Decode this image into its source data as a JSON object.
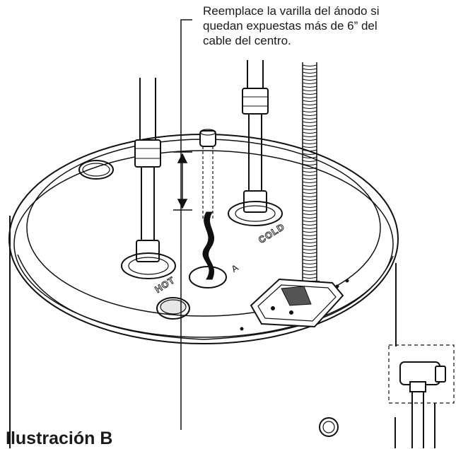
{
  "callout_text": {
    "line1": "Reemplace la varilla del ánodo si",
    "line2": "quedan expuestas más de 6” del",
    "line3": "cable del centro."
  },
  "caption": "Ilustración B",
  "fitting_labels": {
    "hot": "HOT",
    "cold": "COLD",
    "anode": "A"
  },
  "colors": {
    "line": "#111111",
    "background": "#ffffff"
  }
}
